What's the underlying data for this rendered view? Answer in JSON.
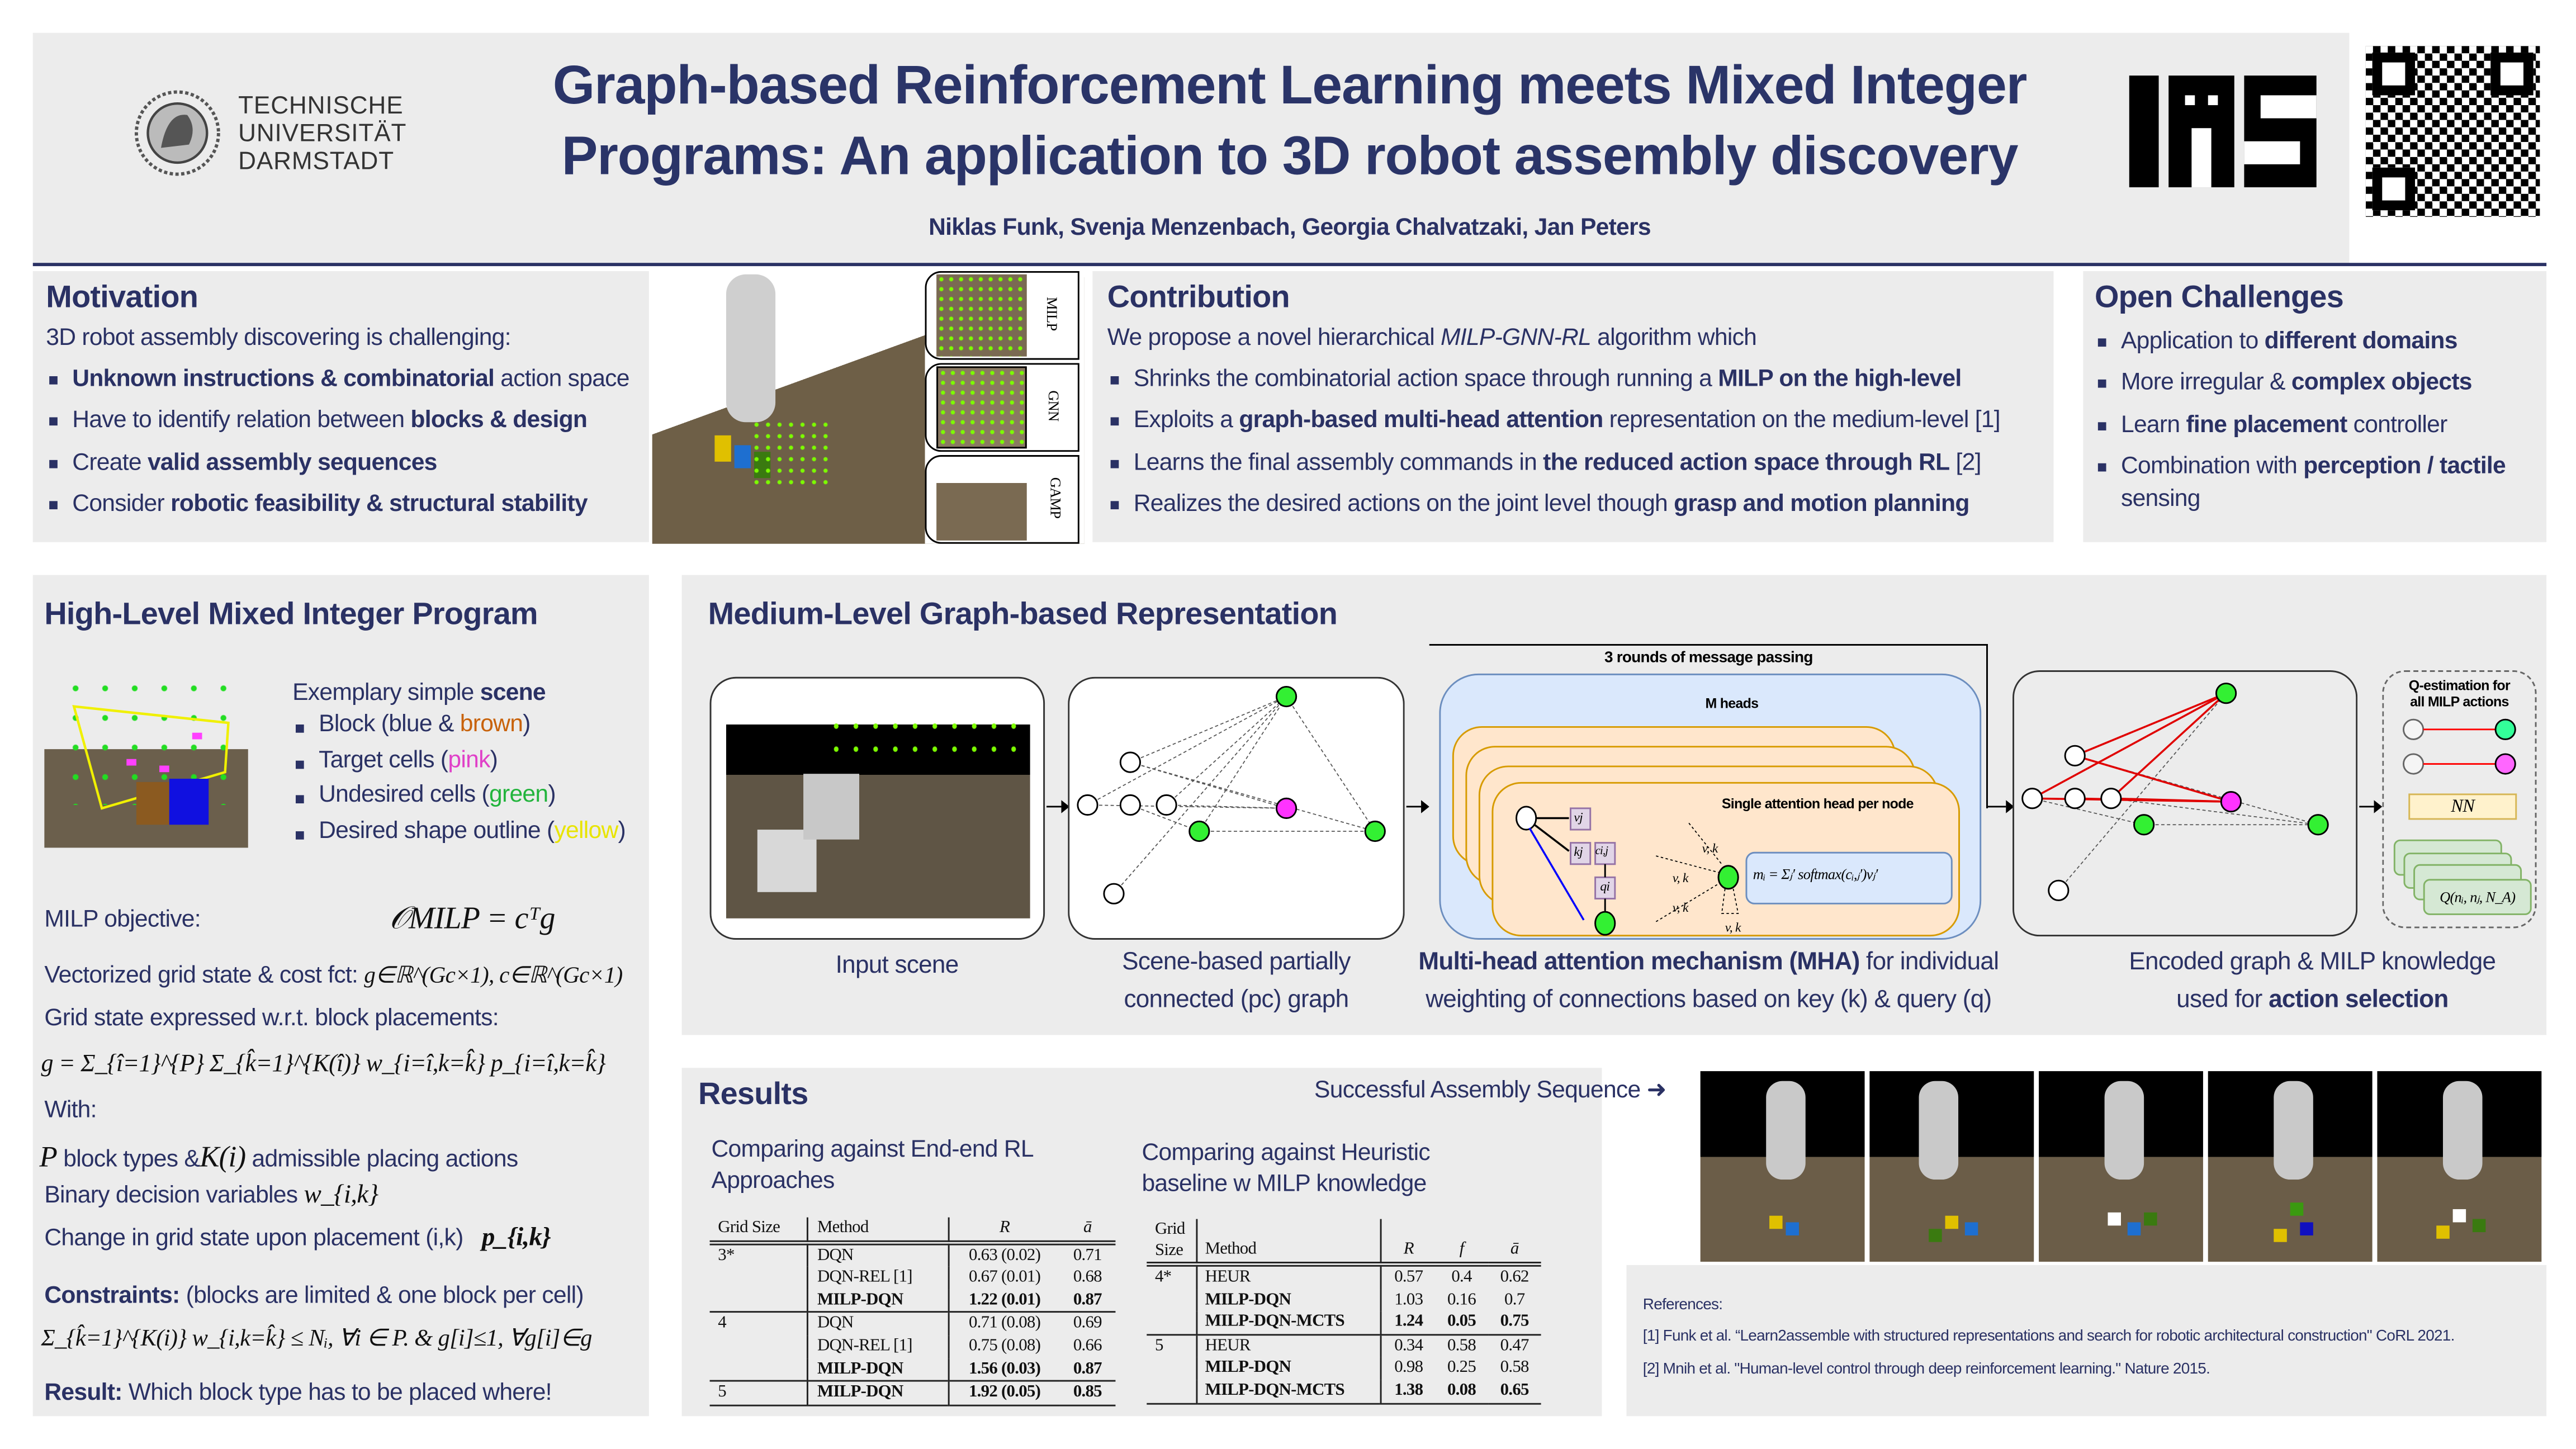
{
  "header": {
    "university": [
      "TECHNISCHE",
      "UNIVERSITÄT",
      "DARMSTADT"
    ],
    "title_line1": "Graph-based Reinforcement Learning meets Mixed Integer",
    "title_line2": "Programs: An application to 3D robot assembly discovery",
    "authors": "Niklas Funk, Svenja Menzenbach, Georgia Chalvatzaki, Jan Peters",
    "lab_logo": "IAS"
  },
  "motivation": {
    "title": "Motivation",
    "intro": "3D robot assembly discovering is challenging:",
    "items": [
      {
        "pre": "",
        "bold": "Unknown instructions & combinatorial",
        "post": " action space"
      },
      {
        "pre": "Have to identify relation between ",
        "bold": "blocks & design",
        "post": ""
      },
      {
        "pre": "Create ",
        "bold": "valid assembly sequences",
        "post": ""
      },
      {
        "pre": "Consider ",
        "bold": "robotic feasibility & structural stability",
        "post": ""
      }
    ],
    "image_labels": [
      "MILP",
      "GNN",
      "GAMP"
    ]
  },
  "contribution": {
    "title": "Contribution",
    "intro_pre": "We propose a novel hierarchical ",
    "intro_em": "MILP-GNN-RL",
    "intro_post": " algorithm which",
    "items": [
      {
        "pre": "Shrinks the combinatorial action space through running a ",
        "bold": "MILP on the high-level",
        "post": ""
      },
      {
        "pre": "Exploits a ",
        "bold": "graph-based multi-head attention",
        "post": " representation on the medium-level [1]"
      },
      {
        "pre": "Learns the final assembly commands in ",
        "bold": "the reduced action space through RL",
        "post": " [2]"
      },
      {
        "pre": "Realizes the desired actions on the joint level though ",
        "bold": "grasp and motion planning",
        "post": ""
      }
    ]
  },
  "open_challenges": {
    "title": "Open Challenges",
    "items": [
      {
        "pre": "Application to ",
        "bold": "different domains",
        "post": ""
      },
      {
        "pre": "More irregular & ",
        "bold": "complex objects",
        "post": ""
      },
      {
        "pre": "Learn ",
        "bold": "fine placement",
        "post": " controller"
      },
      {
        "pre": "Combination with ",
        "bold": "perception / tactile",
        "post": " sensing"
      }
    ]
  },
  "milp": {
    "title": "High-Level Mixed Integer Program",
    "scene_title_pre": "Exemplary simple ",
    "scene_title_bold": "scene",
    "scene_items": [
      {
        "pre": "Block (blue & ",
        "colored": "brown",
        "post": ")",
        "color": "#c8620a"
      },
      {
        "pre": "Target cells (",
        "colored": "pink",
        "post": ")",
        "color": "#e040c8"
      },
      {
        "pre": "Undesired cells (",
        "colored": "green",
        "post": ")",
        "color": "#22b43c"
      },
      {
        "pre": "Desired shape outline (",
        "colored": "yellow",
        "post": ")",
        "color": "#e8e400"
      }
    ],
    "objective_label": "MILP objective:",
    "objective_eq": "𝒪MILP = cᵀg",
    "vectorized_label": "Vectorized grid state & cost fct:",
    "vectorized_eq": "g∈ℝ^(Gc×1), c∈ℝ^(Gc×1)",
    "grid_label": "Grid state expressed w.r.t. block placements:",
    "grid_eq": "g = Σ_{î=1}^{P} Σ_{k̂=1}^{K(î)} w_{i=î,k=k̂} p_{i=î,k=k̂}",
    "with": "With:",
    "p_line_a": "P",
    "p_line_b": " block types &",
    "p_line_c": "K(i)",
    "p_line_d": " admissible placing actions",
    "binary_label": "Binary decision variables",
    "binary_eq": "w_{i,k}",
    "change_label": "Change in grid state upon placement (i,k)",
    "change_eq": "p_{i,k}",
    "constraints_label": "Constraints:",
    "constraints_text": " (blocks are limited & one block per cell)",
    "constraints_eq": "Σ_{k̂=1}^{K(i)} w_{i,k=k̂} ≤ Nᵢ, ∀i ∈ P. & g[i]≤1, ∀g[i]∈g",
    "result_label": "Result:",
    "result_text": " Which block type has to be placed where!"
  },
  "medium": {
    "title": "Medium-Level Graph-based Representation",
    "message_passing": "3 rounds of message passing",
    "m_heads": "M heads",
    "single_head": "Single attention head per node",
    "softmax_eq": "mᵢ = Σⱼ′ softmax(cᵢ,ⱼ′)vⱼ′",
    "vk": "v, k",
    "q_title": [
      "Q-estimation for",
      "all MILP actions"
    ],
    "nn": "NN",
    "q_eq": "Q(nᵢ, nⱼ, N_A)",
    "node_labels": {
      "v": "vj",
      "k": "kj",
      "c": "ci,j",
      "q": "qi"
    },
    "captions": {
      "input": "Input scene",
      "graph": [
        "Scene-based partially",
        "connected (pc) graph"
      ],
      "mha_bold": "Multi-head attention mechanism (MHA)",
      "mha_rest1": " for individual",
      "mha_line2": "weighting of connections based on key (k) & query (q)",
      "encoded_line1": "Encoded graph & MILP knowledge",
      "encoded_pre": "used for ",
      "encoded_bold": "action selection"
    }
  },
  "results": {
    "title": "Results",
    "sequence_label": "Successful Assembly Sequence",
    "left_heading": [
      "Comparing against End-end RL",
      "Approaches"
    ],
    "right_heading": [
      "Comparing against Heuristic",
      "baseline w MILP knowledge"
    ],
    "left_table": {
      "headers": [
        "Grid Size",
        "Method",
        "R",
        "ā"
      ],
      "rows": [
        {
          "grid": "3*",
          "method": "DQN",
          "r": "0.63 (0.02)",
          "a": "0.71",
          "bold": false
        },
        {
          "grid": "",
          "method": "DQN-REL [1]",
          "r": "0.67 (0.01)",
          "a": "0.68",
          "bold": false
        },
        {
          "grid": "",
          "method": "MILP-DQN",
          "r": "1.22 (0.01)",
          "a": "0.87",
          "bold": true
        },
        {
          "grid": "4",
          "method": "DQN",
          "r": "0.71 (0.08)",
          "a": "0.69",
          "bold": false
        },
        {
          "grid": "",
          "method": "DQN-REL [1]",
          "r": "0.75 (0.08)",
          "a": "0.66",
          "bold": false
        },
        {
          "grid": "",
          "method": "MILP-DQN",
          "r": "1.56 (0.03)",
          "a": "0.87",
          "bold": true
        },
        {
          "grid": "5",
          "method": "MILP-DQN",
          "r": "1.92 (0.05)",
          "a": "0.85",
          "bold": true
        }
      ]
    },
    "right_table": {
      "headers": [
        "Grid Size",
        "Method",
        "R",
        "f",
        "ā"
      ],
      "rows": [
        {
          "grid": "4*",
          "method": "HEUR",
          "r": "0.57",
          "f": "0.4",
          "a": "0.62",
          "bold": false
        },
        {
          "grid": "",
          "method": "MILP-DQN",
          "r": "1.03",
          "f": "0.16",
          "a": "0.7",
          "bold": false
        },
        {
          "grid": "",
          "method": "MILP-DQN-MCTS",
          "r": "1.24",
          "f": "0.05",
          "a": "0.75",
          "bold": true
        },
        {
          "grid": "5",
          "method": "HEUR",
          "r": "0.34",
          "f": "0.58",
          "a": "0.47",
          "bold": false
        },
        {
          "grid": "",
          "method": "MILP-DQN",
          "r": "0.98",
          "f": "0.25",
          "a": "0.58",
          "bold": false
        },
        {
          "grid": "",
          "method": "MILP-DQN-MCTS",
          "r": "1.38",
          "f": "0.08",
          "a": "0.65",
          "bold": true
        }
      ]
    }
  },
  "references": {
    "title": "References:",
    "items": [
      "[1] Funk et al. “Learn2assemble with structured representations and search for robotic architectural construction\" CoRL 2021.",
      "[2] Mnih et al. \"Human-level control through deep reinforcement learning.\" Nature 2015."
    ]
  },
  "colors": {
    "navy": "#2a3164",
    "panel": "#ececec",
    "green_node": "#33f033",
    "magenta_node": "#ff33ff"
  }
}
